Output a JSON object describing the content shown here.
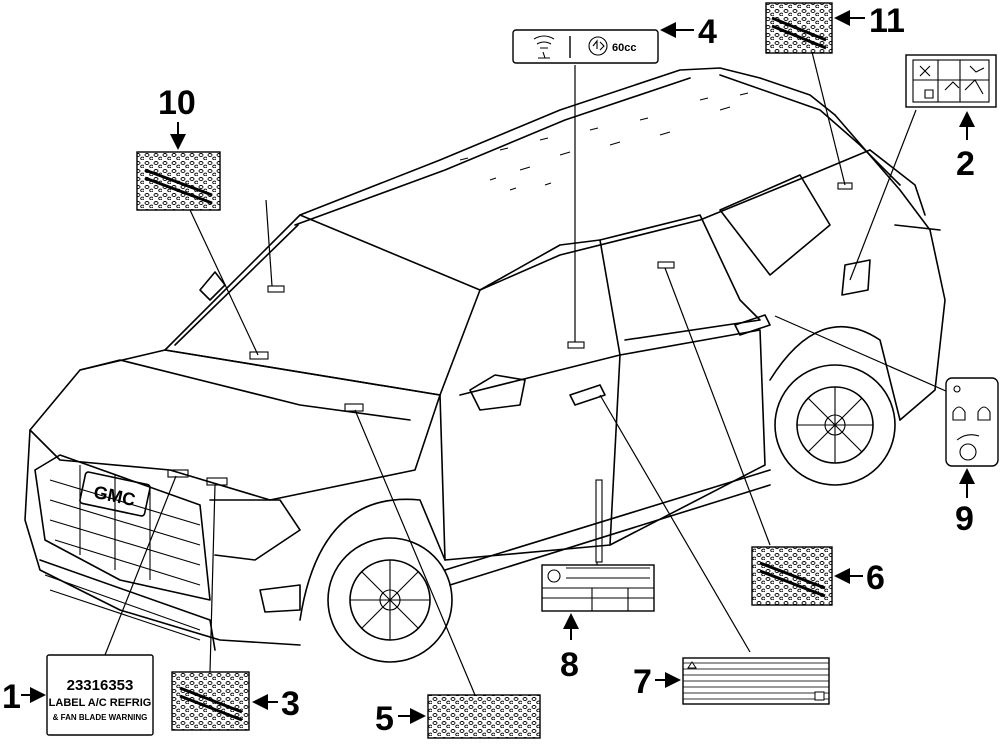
{
  "callouts": [
    {
      "n": "1"
    },
    {
      "n": "2"
    },
    {
      "n": "3"
    },
    {
      "n": "4"
    },
    {
      "n": "5"
    },
    {
      "n": "6"
    },
    {
      "n": "7"
    },
    {
      "n": "8"
    },
    {
      "n": "9"
    },
    {
      "n": "10"
    },
    {
      "n": "11"
    }
  ],
  "label1": {
    "line1": "23316353",
    "line2": "LABEL A/C REFRIG",
    "line3": "& FAN BLADE WARNING"
  },
  "label4": {
    "text": "60cc"
  },
  "brand": {
    "grille_badge": "GMC"
  },
  "colors": {
    "ink": "#000000",
    "paper": "#ffffff"
  }
}
